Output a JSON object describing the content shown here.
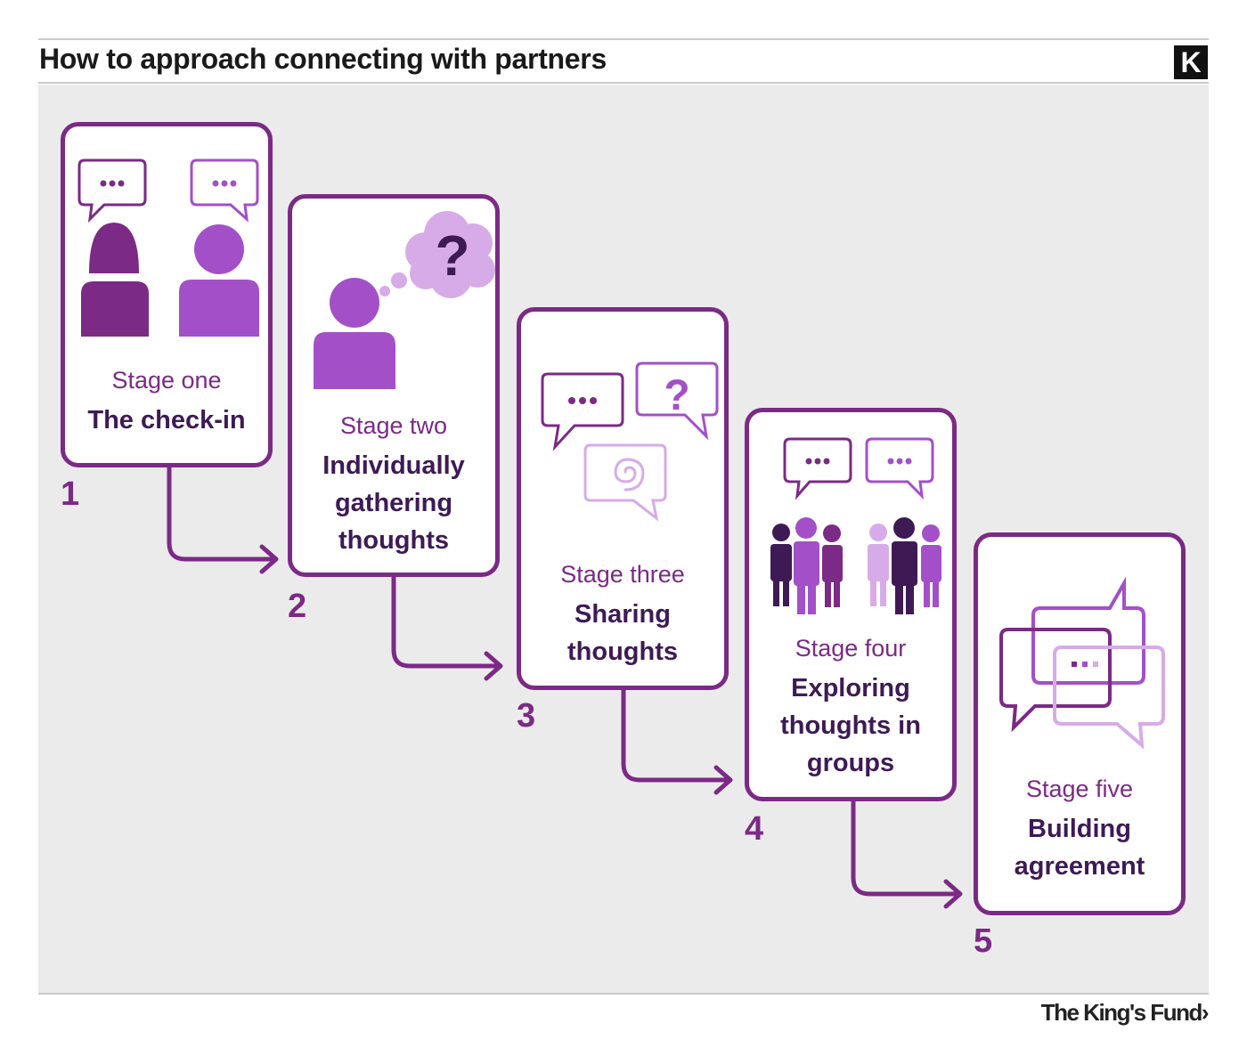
{
  "header": {
    "title": "How to approach connecting with partners",
    "logo_letter": "K"
  },
  "stages": [
    {
      "number": "1",
      "label": "Stage one",
      "name": "The check-in"
    },
    {
      "number": "2",
      "label": "Stage two",
      "name": "Individually gathering thoughts"
    },
    {
      "number": "3",
      "label": "Stage three",
      "name": "Sharing thoughts"
    },
    {
      "number": "4",
      "label": "Stage four",
      "name": "Exploring thoughts in groups"
    },
    {
      "number": "5",
      "label": "Stage five",
      "name": "Building agreement"
    }
  ],
  "icons": {
    "stage_one": [
      "speech-bubble-ellipsis-icon",
      "speech-bubble-ellipsis-icon",
      "person-long-hair-icon",
      "person-icon"
    ],
    "stage_two": [
      "person-icon",
      "thought-cloud-question-icon"
    ],
    "stage_three": [
      "speech-bubble-ellipsis-icon",
      "speech-bubble-question-icon",
      "speech-bubble-spiral-icon"
    ],
    "stage_four": [
      "speech-bubble-ellipsis-icon",
      "speech-bubble-ellipsis-icon",
      "group-of-people-icon",
      "group-of-people-icon"
    ],
    "stage_five": [
      "overlapping-speech-bubbles-icon"
    ]
  },
  "colors": {
    "dark_purple": "#3e1a55",
    "purple": "#7b2a85",
    "mid_purple": "#a350c8",
    "light_purple": "#d7abe8",
    "background": "#ebebeb"
  },
  "footer": {
    "brand": "The King's Fund›"
  }
}
